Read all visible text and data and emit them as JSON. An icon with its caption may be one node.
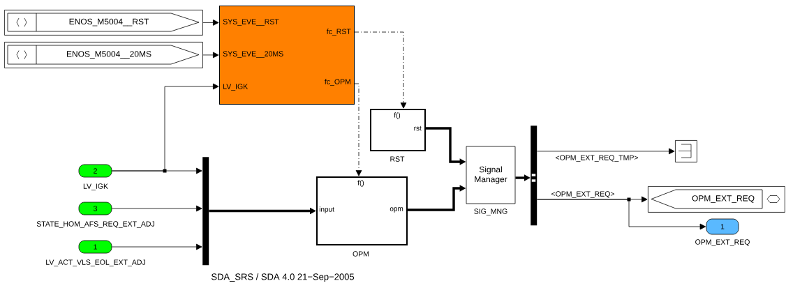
{
  "diagram": {
    "nodes": [
      {
        "text": [
          "ENOS_M5004__RST"
        ]
      },
      {
        "text": [
          "ENOS_M5004__20MS"
        ]
      },
      {
        "text": [
          "SYS_EVE__RST",
          "SYS_EVE__20MS",
          "LV_IGK",
          "fc_RST",
          "fc_OPM"
        ]
      },
      {
        "text": [
          "2"
        ],
        "beside": [
          "LV_IGK"
        ]
      },
      {
        "text": [
          "3"
        ],
        "beside": [
          "STATE_HOM_AFS_REQ_EXT_ADJ"
        ]
      },
      {
        "text": [
          "1"
        ],
        "beside": [
          "LV_ACT_VLS_EOL_EXT_ADJ"
        ]
      },
      {
        "text": [],
        "shape": "bar"
      },
      {
        "text": [
          "f()",
          "input",
          "opm"
        ],
        "beside": [
          "OPM"
        ]
      },
      {
        "text": [
          "f()",
          "rst"
        ],
        "beside": [
          "RST"
        ]
      },
      {
        "text": [
          "Signal Manager"
        ],
        "beside": [
          "SIG_MNG"
        ]
      },
      {
        "text": [],
        "shape": "bar"
      },
      {
        "text": [],
        "shape": "box"
      },
      {
        "text": [
          "OPM_EXT_REQ"
        ]
      },
      {
        "text": [
          "1"
        ],
        "beside": [
          "OPM_EXT_REQ"
        ]
      }
    ],
    "edges": [
      {
        "from": 0,
        "to": 2,
        "arrow": "to"
      },
      {
        "from": 1,
        "to": 2,
        "arrow": "to"
      },
      {
        "from": 3,
        "to": 2,
        "arrow": "to"
      },
      {
        "from": 3,
        "to": 6,
        "arrow": "to"
      },
      {
        "from": 4,
        "to": 6,
        "arrow": "to"
      },
      {
        "from": 5,
        "to": 6,
        "arrow": "to"
      },
      {
        "from": 6,
        "to": 7,
        "arrow": "to",
        "style": "thick"
      },
      {
        "from": 2,
        "to": 8,
        "arrow": "to",
        "style": "dashed"
      },
      {
        "from": 2,
        "to": 7,
        "arrow": "to",
        "style": "dashed"
      },
      {
        "from": 8,
        "to": 9,
        "arrow": "to",
        "style": "thick"
      },
      {
        "from": 7,
        "to": 9,
        "arrow": "to",
        "style": "thick"
      },
      {
        "from": 9,
        "to": 10,
        "arrow": "to",
        "style": "thick"
      },
      {
        "from": 10,
        "to": 11,
        "arrow": "to",
        "label": "<OPM_EXT_REQ_TMP>"
      },
      {
        "from": 10,
        "to": 12,
        "arrow": "to",
        "label": "<OPM_EXT_REQ>"
      },
      {
        "from": 10,
        "to": 13,
        "arrow": "to"
      }
    ],
    "labels": [
      "SDA_SRS / SDA 4.0 21−Sep−2005"
    ]
  }
}
